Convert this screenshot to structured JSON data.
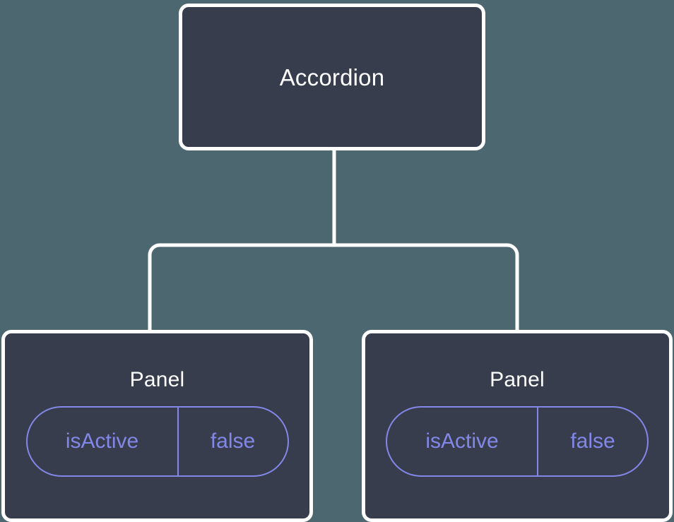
{
  "canvas": {
    "background_color": "#4d6771",
    "node_fill_color": "#373d4d",
    "node_border_color": "#ffffff",
    "connector_color": "#ffffff",
    "prop_accent_color": "#8287e8"
  },
  "diagram": {
    "type": "component-tree",
    "root": {
      "label": "Accordion"
    },
    "children": [
      {
        "label": "Panel",
        "props": [
          {
            "key": "isActive",
            "value": "false"
          }
        ]
      },
      {
        "label": "Panel",
        "props": [
          {
            "key": "isActive",
            "value": "false"
          }
        ]
      }
    ]
  }
}
